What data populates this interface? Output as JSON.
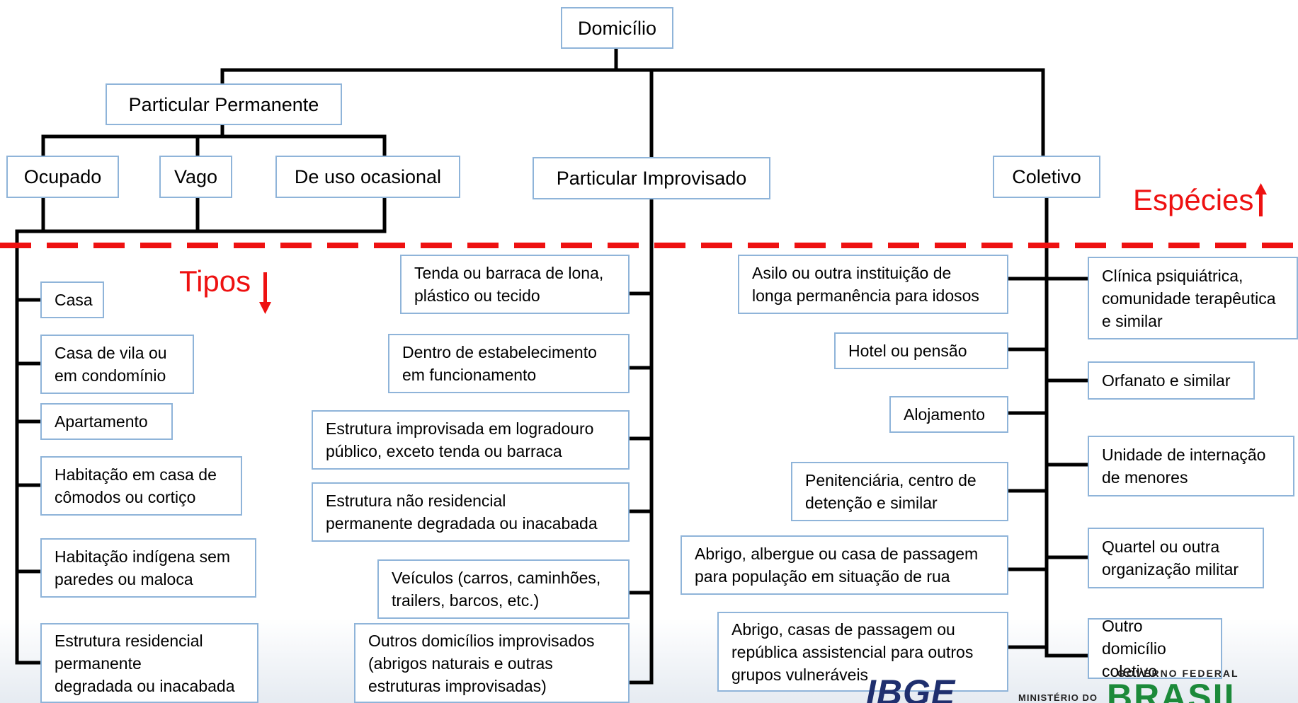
{
  "root": {
    "label": "Domicílio"
  },
  "especies": {
    "particular_permanente": "Particular Permanente",
    "ocupado": "Ocupado",
    "vago": "Vago",
    "uso_ocasional": "De uso ocasional",
    "particular_improvisado": "Particular Improvisado",
    "coletivo": "Coletivo"
  },
  "labels": {
    "especies": "Espécies",
    "tipos": "Tipos"
  },
  "tipos_permanente": [
    "Casa",
    "Casa de vila ou\nem condomínio",
    "Apartamento",
    "Habitação em casa de\ncômodos ou cortiço",
    "Habitação indígena sem\n paredes ou maloca",
    "Estrutura residencial\npermanente\ndegradada ou inacabada"
  ],
  "tipos_improvisado": [
    "Tenda ou barraca de lona,\n plástico ou tecido",
    "Dentro de estabelecimento\nem funcionamento",
    "Estrutura improvisada em logradouro\n público, exceto tenda ou barraca",
    "Estrutura não residencial\npermanente degradada ou inacabada",
    "Veículos (carros, caminhões,\ntrailers, barcos, etc.)",
    "Outros domicílios improvisados\n(abrigos naturais e outras\nestruturas improvisadas)"
  ],
  "tipos_coletivo_esquerda": [
    "Asilo ou outra instituição de\nlonga permanência para idosos",
    "Hotel ou pensão",
    "Alojamento",
    "Penitenciária, centro de\ndetenção e similar",
    "Abrigo, albergue ou casa de passagem\npara população em situação de rua",
    "Abrigo, casas de passagem ou\nrepública assistencial para outros\ngrupos vulneráveis"
  ],
  "tipos_coletivo_direita": [
    "Clínica psiquiátrica,\ncomunidade terapêutica\n e similar",
    "Orfanato e similar",
    "Unidade de internação\n de menores",
    "Quartel ou outra\norganização militar",
    "Outro domicílio\ncoletivo"
  ],
  "logos": {
    "ibge": "IBGE",
    "ministerio": "MINISTÉRIO DO",
    "governo": "GOVERNO FEDERAL",
    "brasil": "BRASIL"
  },
  "colors": {
    "connector": "#000000",
    "box_border": "#8fb4d9",
    "divider": "#ee1111",
    "accent": "#ee1111"
  }
}
